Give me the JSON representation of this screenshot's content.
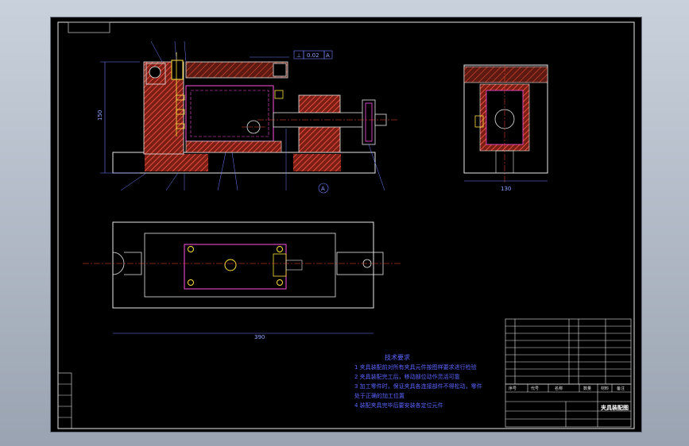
{
  "drawing": {
    "dimensions": {
      "height_left": "150",
      "width_right": "130",
      "length_plan": "390",
      "tolerance": "0.02",
      "datum": "A",
      "section_label": "A"
    },
    "technical_requirements": {
      "title": "技术要求",
      "items": [
        "1  夹具装配前对所有夹具元件按图样要求进行检验",
        "2  夹具装配完工后，移动部位动作灵活可靠",
        "3  加工零件时，保证夹具各连接部件不得松动，零件",
        "    处于正确的加工位置",
        "4  装配夹具完毕后要安装各定位元件"
      ]
    },
    "title_block": {
      "drawing_name": "夹具装配图",
      "headers": [
        "序号",
        "代号",
        "名称",
        "数量",
        "材料",
        "备注"
      ]
    },
    "colors": {
      "background": "#000000",
      "outline": "#ffffff",
      "hatch": "#ff4b3a",
      "magenta": "#ff4fe0",
      "yellow": "#ffe23c",
      "blue": "#6a7cff",
      "red_brown": "#b3442e"
    }
  }
}
